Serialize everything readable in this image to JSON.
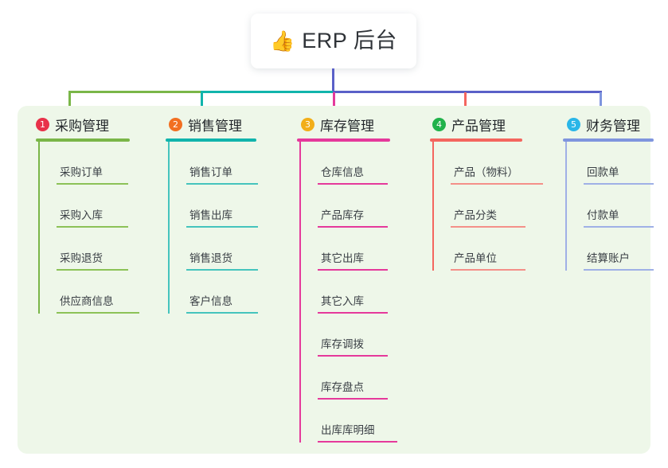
{
  "root": {
    "icon": "thumbs-up-icon",
    "emoji": "👍",
    "title": "ERP 后台"
  },
  "colors": {
    "green": "#7ab648",
    "teal": "#11b4ac",
    "pink": "#e5399b",
    "salmon": "#f4665f",
    "indigo": "#5a60c8",
    "blue": "#7f95de",
    "badge_red": "#e8324a",
    "badge_orange": "#f26f21",
    "badge_amber": "#f2ae18",
    "badge_green": "#21b24b",
    "badge_cyan": "#29b6e8",
    "panel_bg": "#eef7e9",
    "card_bg": "#ffffff",
    "text": "#23272b"
  },
  "columns": [
    {
      "index": "1",
      "title": "采购管理",
      "badge_color": "#e8324a",
      "line_color": "#7ab648",
      "items": [
        "采购订单",
        "采购入库",
        "采购退货",
        "供应商信息"
      ]
    },
    {
      "index": "2",
      "title": "销售管理",
      "badge_color": "#f26f21",
      "line_color": "#11b4ac",
      "items": [
        "销售订单",
        "销售出库",
        "销售退货",
        "客户信息"
      ]
    },
    {
      "index": "3",
      "title": "库存管理",
      "badge_color": "#f2ae18",
      "line_color": "#e5399b",
      "items": [
        "仓库信息",
        "产品库存",
        "其它出库",
        "其它入库",
        "库存调拨",
        "库存盘点",
        "出库库明细"
      ]
    },
    {
      "index": "4",
      "title": "产品管理",
      "badge_color": "#21b24b",
      "line_color": "#f4665f",
      "items": [
        "产品（物料）",
        "产品分类",
        "产品单位"
      ]
    },
    {
      "index": "5",
      "title": "财务管理",
      "badge_color": "#29b6e8",
      "line_color": "#7f95de",
      "items": [
        "回款单",
        "付款单",
        "结算账户"
      ]
    }
  ]
}
